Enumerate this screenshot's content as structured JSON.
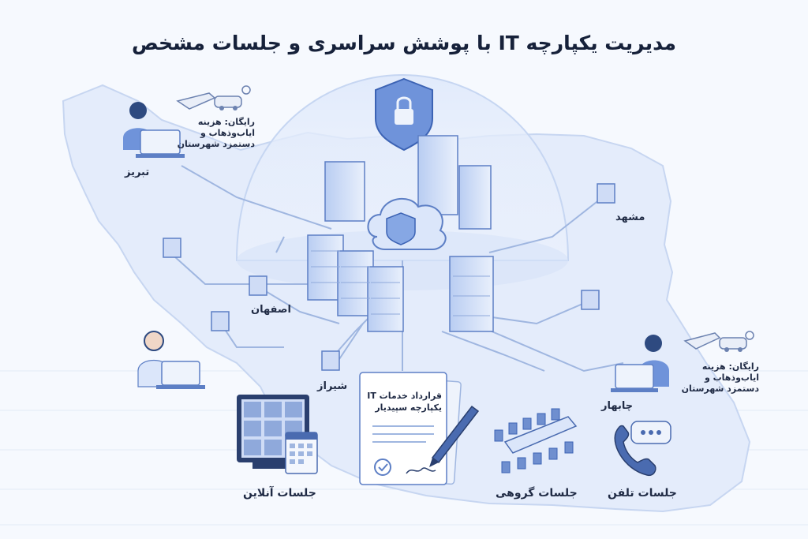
{
  "title": "مدیریت یکپارچه IT با پوشش سراسری و جلسات مشخص",
  "cities": {
    "tabriz": "تبریز",
    "mashhad": "مشهد",
    "isfahan": "اصفهان",
    "shiraz": "شیراز",
    "chabahar": "چابهار"
  },
  "notes": {
    "tabriz": [
      "رایگان: هزینه",
      "ایاب‌وذهاب و",
      "دستمزد شهرستان"
    ],
    "chabahar": [
      "رایگان: هزینه",
      "ایاب‌وذهاب و",
      "دستمزد شهرستان"
    ]
  },
  "contract": [
    "قرارداد خدمات IT",
    "یکپارچه سپیدیار"
  ],
  "meetings": {
    "online": "جلسات آنلاین",
    "group": "جلسات گروهی",
    "phone": "جلسات تلفن"
  },
  "icons": [
    "shield-lock-icon",
    "cloud-icon",
    "server-icon",
    "building-icon",
    "laptop-user-icon",
    "car-icon",
    "plane-icon",
    "video-call-icon",
    "calendar-icon",
    "document-icon",
    "pen-icon",
    "conference-table-icon",
    "phone-icon",
    "chat-bubble-icon"
  ],
  "colors": {
    "accent": "#4a78d0",
    "map": "#e4ecfb",
    "line": "#9fb6e0",
    "dark": "#16213a"
  }
}
